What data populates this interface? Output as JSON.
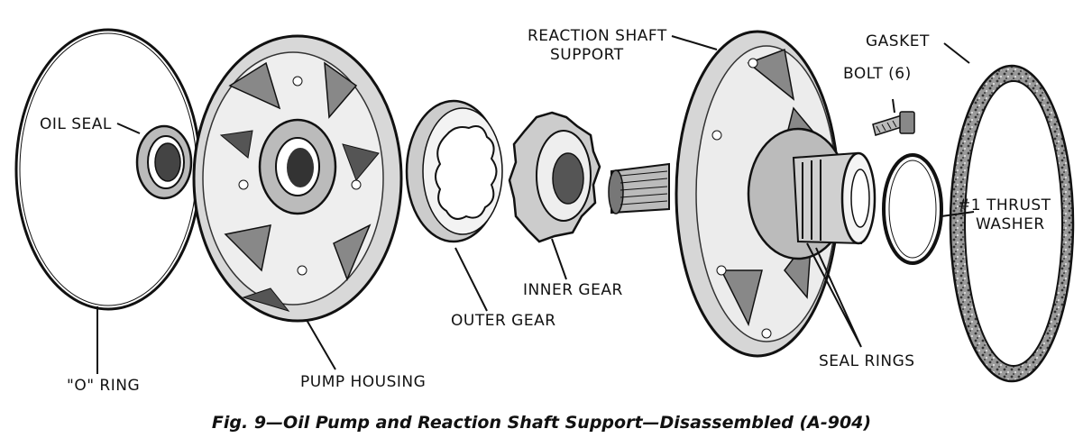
{
  "labels": {
    "o_ring": "\"O\" RING",
    "oil_seal": "OIL SEAL",
    "pump_housing": "PUMP HOUSING",
    "outer_gear": "OUTER GEAR",
    "inner_gear": "INNER GEAR",
    "reaction_shaft_support_line1": "REACTION SHAFT",
    "reaction_shaft_support_line2": "SUPPORT",
    "bolt": "BOLT (6)",
    "gasket": "GASKET",
    "thrust_washer_line1": "#1 THRUST",
    "thrust_washer_line2": "WASHER",
    "seal_rings": "SEAL RINGS"
  },
  "caption": "Fig. 9—Oil Pump and Reaction Shaft Support—Disassembled (A-904)",
  "colors": {
    "ink": "#111111",
    "paper": "#ffffff",
    "shade": "#bdbdbd"
  }
}
